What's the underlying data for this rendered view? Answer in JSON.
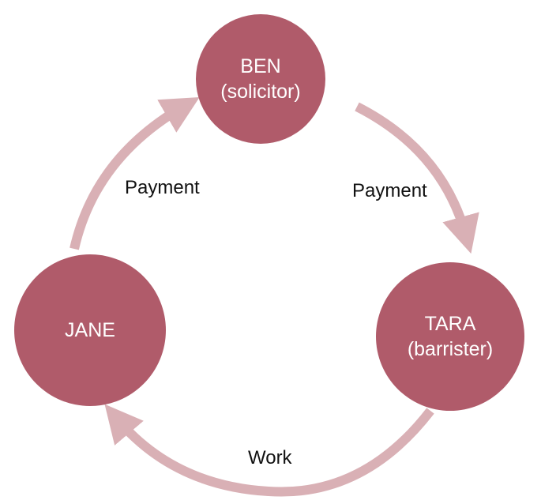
{
  "nodes": {
    "ben": {
      "name": "BEN",
      "role": "(solicitor)"
    },
    "tara": {
      "name": "TARA",
      "role": "(barrister)"
    },
    "jane": {
      "name": "JANE"
    }
  },
  "edges": {
    "jane_to_ben": "Payment",
    "ben_to_tara": "Payment",
    "tara_to_jane": "Work"
  },
  "colors": {
    "node": "#b05b6a",
    "arrow": "#d9b0b5"
  }
}
